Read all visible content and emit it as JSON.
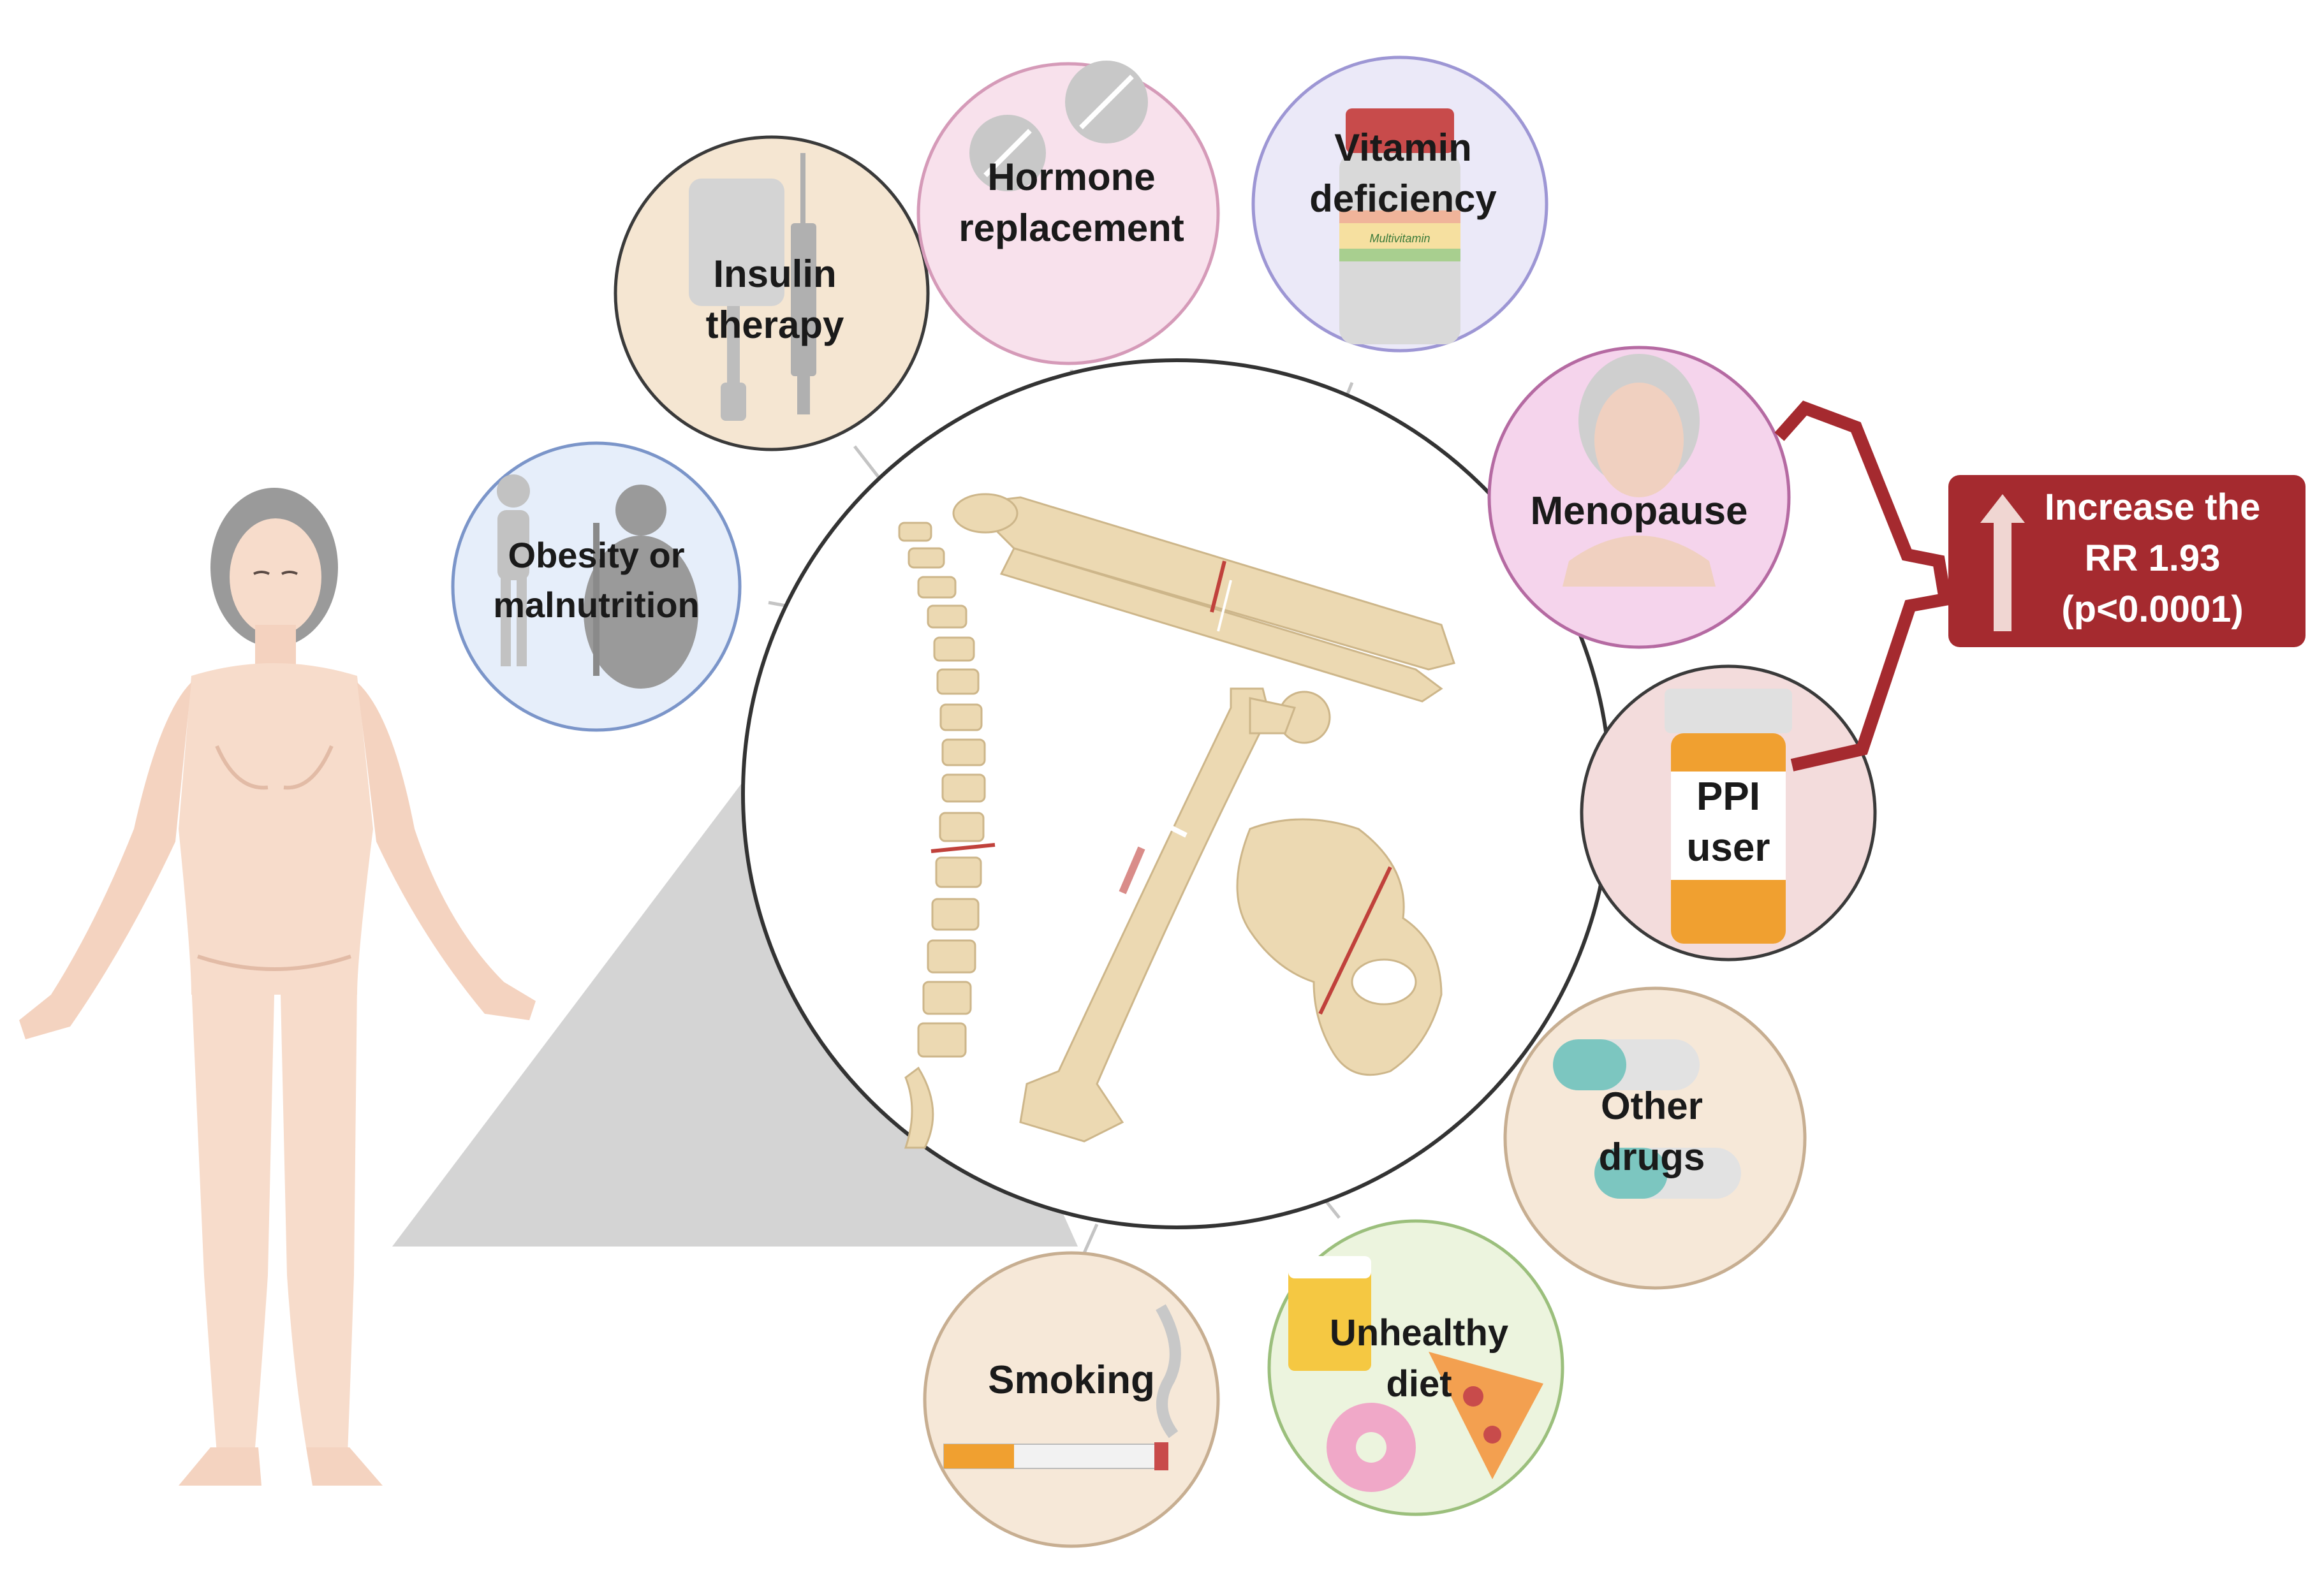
{
  "factors": {
    "obesity": {
      "line1": "Obesity or",
      "line2": "malnutrition",
      "bg": "#e6eefa",
      "ring": "#7b95c9"
    },
    "insulin": {
      "line1": "Insulin",
      "line2": "therapy",
      "bg": "#f5e6d2",
      "ring": "#3a3a3a"
    },
    "hormone": {
      "line1": "Hormone",
      "line2": "replacement",
      "bg": "#f8e1ec",
      "ring": "#d59ab8"
    },
    "vitamin": {
      "line1": "Vitamin",
      "line2": "deficiency",
      "bg": "#ebe9f8",
      "ring": "#9d96d4",
      "bottle_label": "Multivitamin"
    },
    "menopause": {
      "line1": "Menopause",
      "bg": "#f5d4ec",
      "ring": "#b56aa2"
    },
    "ppi": {
      "line1": "PPI",
      "line2": "user",
      "bg": "#f3dcdc",
      "ring": "#3a3a3a"
    },
    "other_drugs": {
      "line1": "Other",
      "line2": "drugs",
      "bg": "#f6e8d8",
      "ring": "#c7ae91"
    },
    "unhealthy_diet": {
      "line1": "Unhealthy",
      "line2": "diet",
      "bg": "#ecf4de",
      "ring": "#9bbf7c"
    },
    "smoking": {
      "line1": "Smoking",
      "bg": "#f6e8d8",
      "ring": "#c7ae91"
    }
  },
  "badge": {
    "line1": "Increase the",
    "line2": "RR 1.93",
    "line3": "(p<0.0001)",
    "color": "#a52a2f"
  },
  "colors": {
    "bracket": "#a52a2f",
    "bone": "#ecd9b2",
    "skin": "#f7dccb",
    "hair": "#9a9a9a",
    "fracture": "#c0413b"
  },
  "icons": [
    "woman-figure",
    "bones-illustration",
    "scale-figures",
    "iv-bag",
    "syringe",
    "pills",
    "vitamin-bottle",
    "face",
    "pill-bottle",
    "capsules",
    "beer-pizza-donut",
    "cigarette"
  ]
}
